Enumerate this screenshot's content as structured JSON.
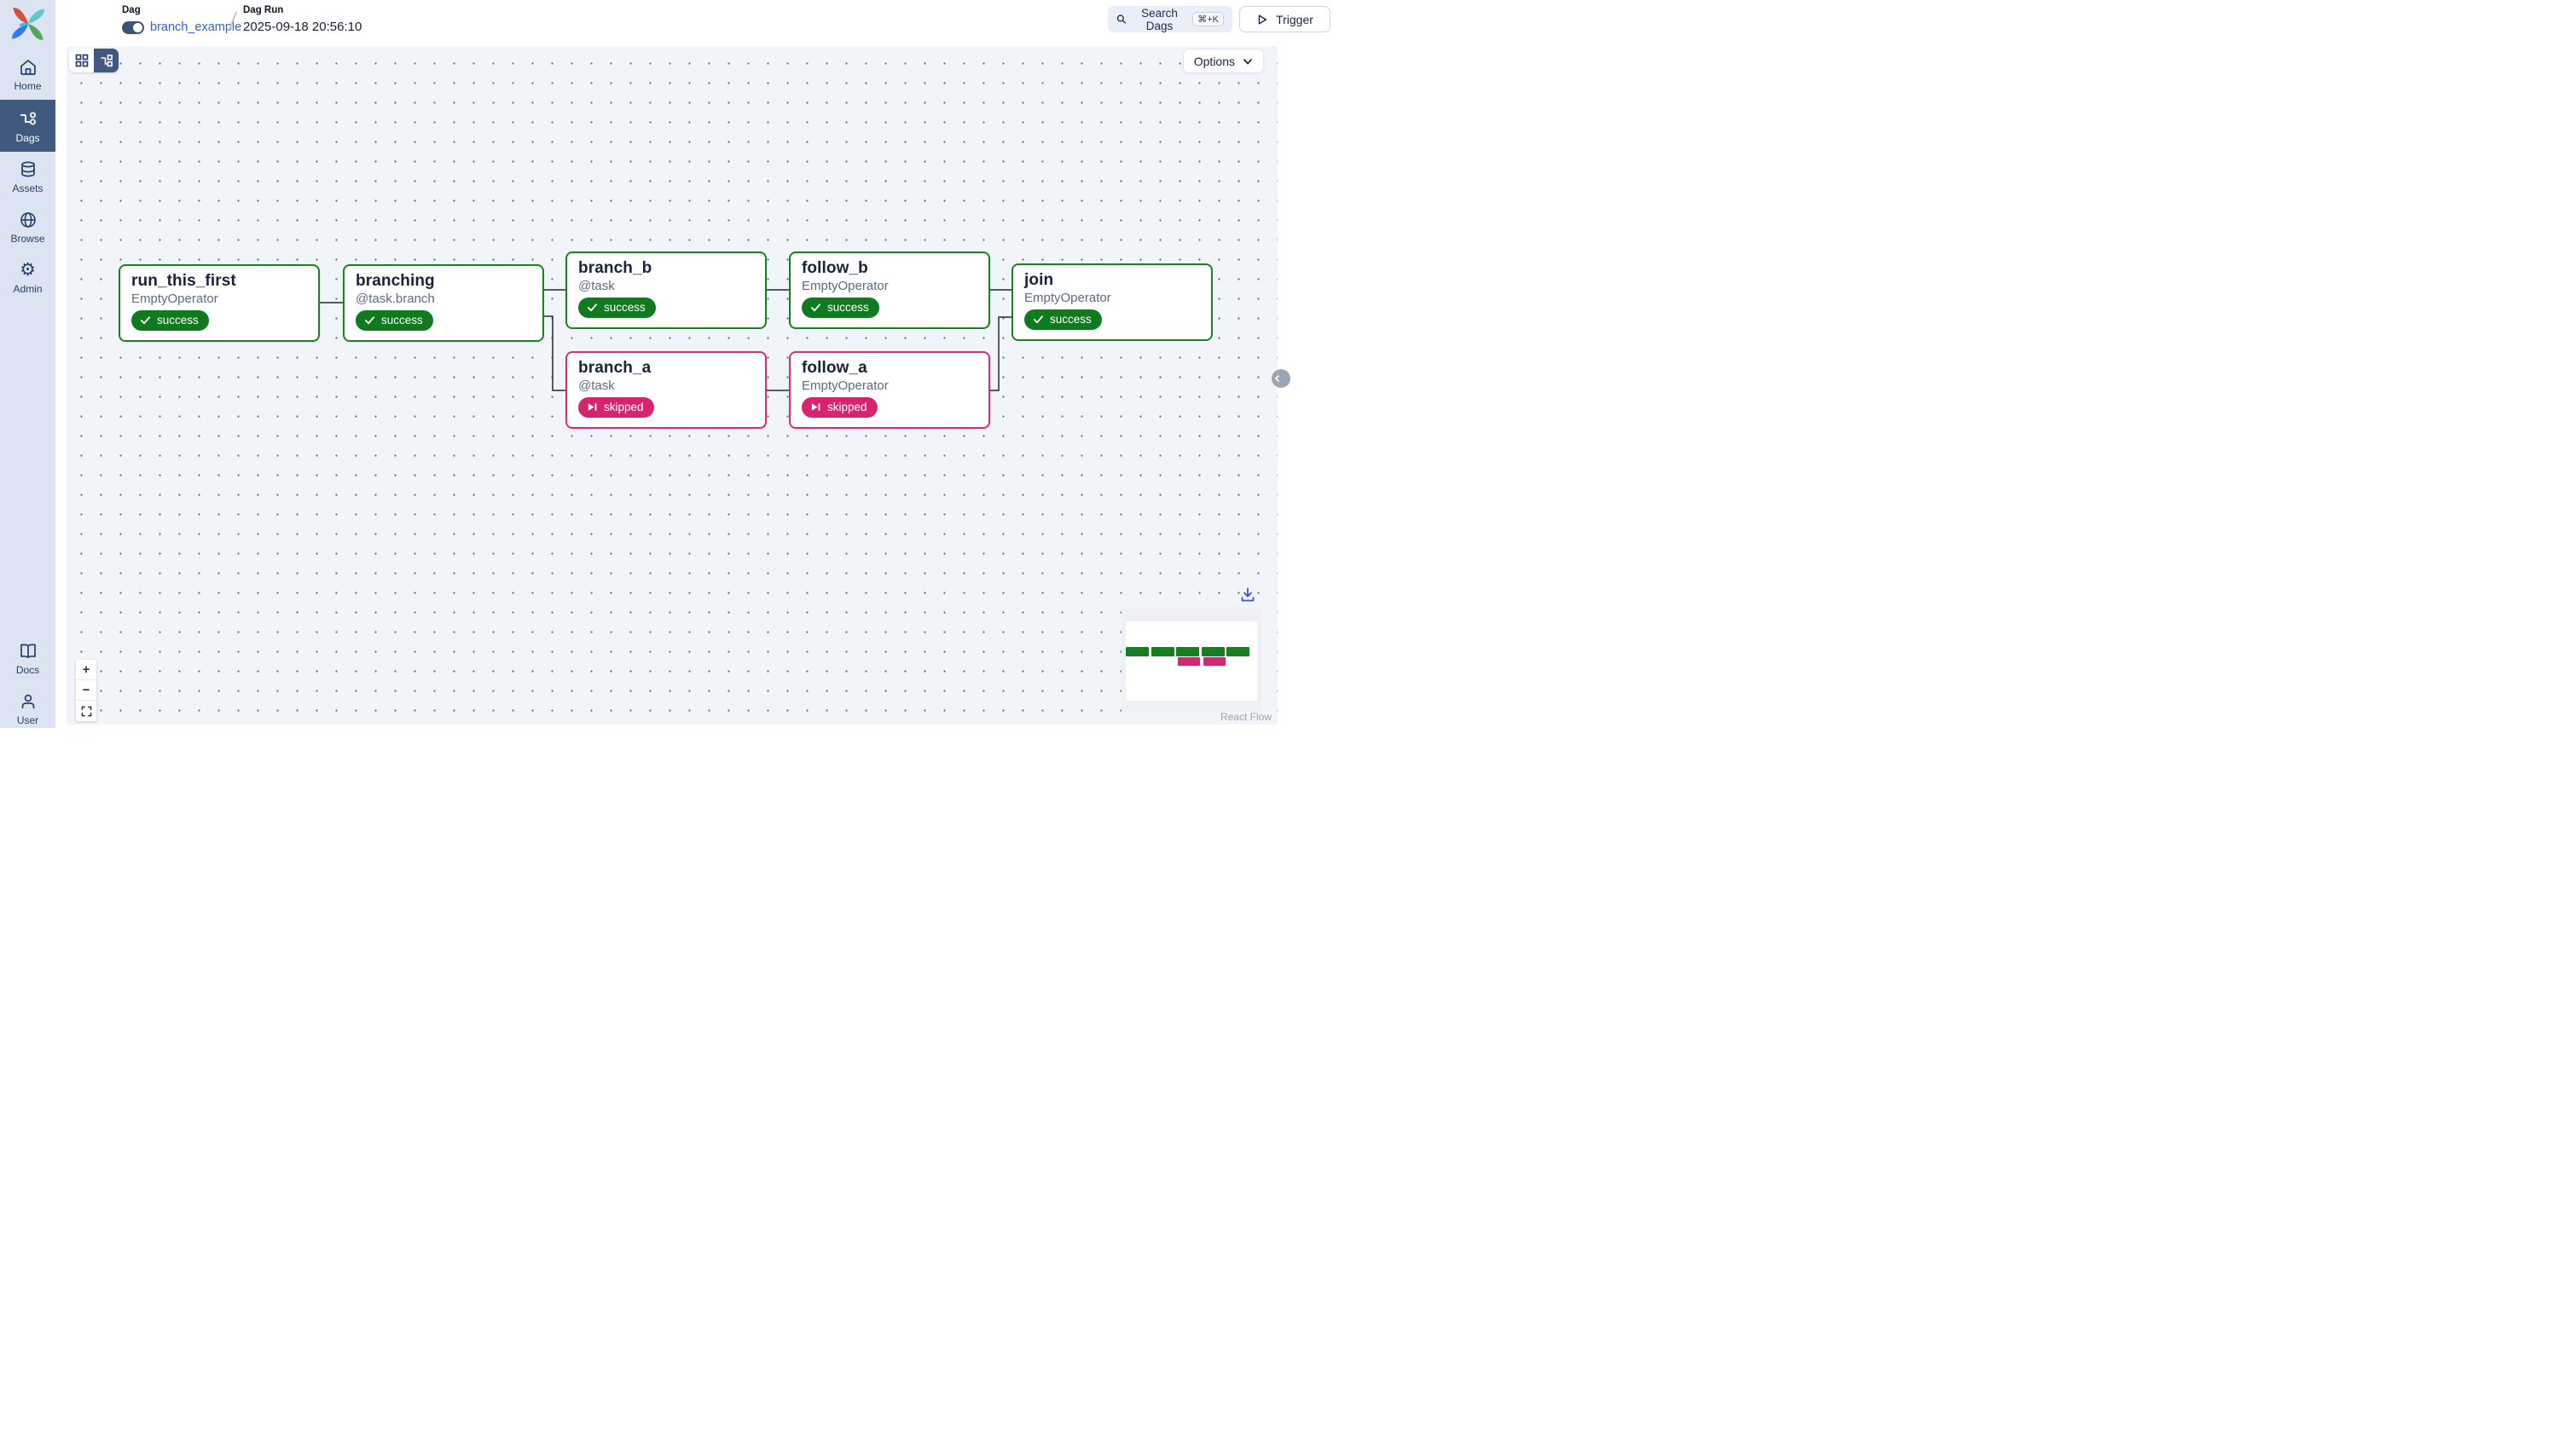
{
  "header": {
    "dag_label": "Dag",
    "dag_name": "branch_example",
    "dag_toggle_state": "on",
    "run_label": "Dag Run",
    "run_time": "2025-09-18 20:56:10",
    "search_label": "Search Dags",
    "search_kbd": "⌘+K",
    "trigger_label": "Trigger"
  },
  "sidebar": {
    "items": [
      {
        "label": "Home",
        "active": false
      },
      {
        "label": "Dags",
        "active": true
      },
      {
        "label": "Assets",
        "active": false
      },
      {
        "label": "Browse",
        "active": false
      },
      {
        "label": "Admin",
        "active": false
      }
    ],
    "footer_items": [
      {
        "label": "Docs"
      },
      {
        "label": "User"
      }
    ]
  },
  "canvas": {
    "options_label": "Options",
    "zoom_in": "+",
    "zoom_out": "−",
    "attribution": "React Flow"
  },
  "graph": {
    "nodes": [
      {
        "title": "run_this_first",
        "subtitle": "EmptyOperator",
        "status": "success"
      },
      {
        "title": "branching",
        "subtitle": "@task.branch",
        "status": "success"
      },
      {
        "title": "branch_b",
        "subtitle": "@task",
        "status": "success"
      },
      {
        "title": "branch_a",
        "subtitle": "@task",
        "status": "skipped"
      },
      {
        "title": "follow_b",
        "subtitle": "EmptyOperator",
        "status": "success"
      },
      {
        "title": "follow_a",
        "subtitle": "EmptyOperator",
        "status": "skipped"
      },
      {
        "title": "join",
        "subtitle": "EmptyOperator",
        "status": "success"
      }
    ],
    "edges": [
      {
        "from": "run_this_first",
        "to": "branching"
      },
      {
        "from": "branching",
        "to": "branch_b"
      },
      {
        "from": "branching",
        "to": "branch_a"
      },
      {
        "from": "branch_b",
        "to": "follow_b"
      },
      {
        "from": "branch_a",
        "to": "follow_a"
      },
      {
        "from": "follow_b",
        "to": "join"
      },
      {
        "from": "follow_a",
        "to": "join"
      }
    ]
  },
  "colors": {
    "success": "#0f7a1e",
    "skipped": "#d6246e",
    "sidebar_active": "#42597f",
    "link_blue": "#2b62d9",
    "download_blue": "#3650d8"
  }
}
